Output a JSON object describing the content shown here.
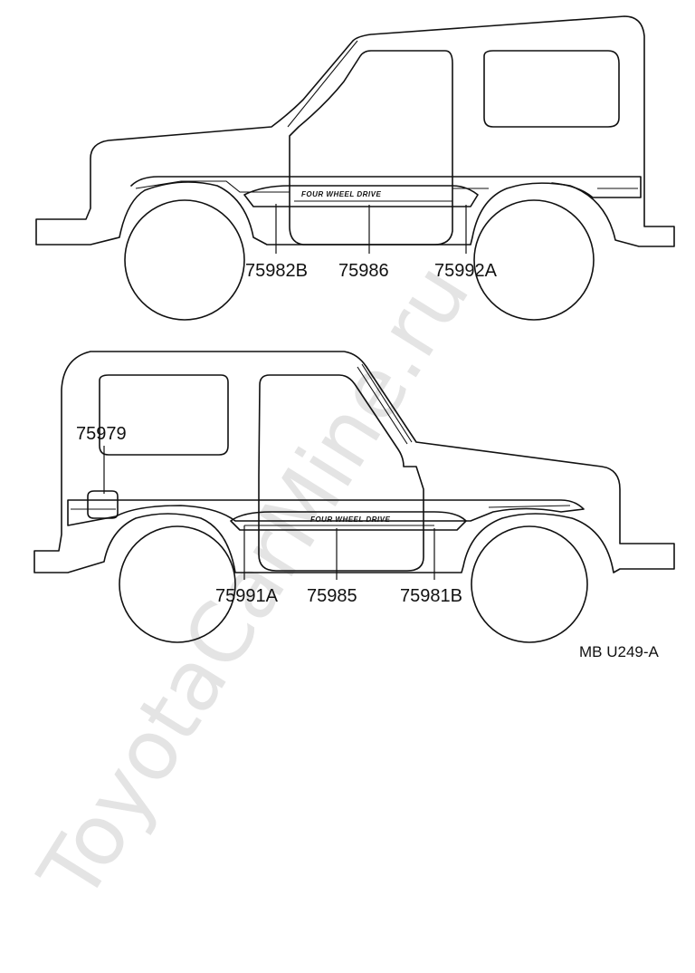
{
  "watermark": "ToyotaCarMine.ru",
  "diagram_code": "MB U249-A",
  "top_view": {
    "stripe_text": "FOUR WHEEL DRIVE",
    "callouts": [
      "75982B",
      "75986",
      "75992A"
    ]
  },
  "bottom_view": {
    "stripe_text": "FOUR WHEEL DRIVE",
    "callouts": [
      "75979",
      "75991A",
      "75985",
      "75981B"
    ]
  },
  "colors": {
    "line": "#111111",
    "watermark": "#e4e4e4",
    "background": "#ffffff"
  }
}
